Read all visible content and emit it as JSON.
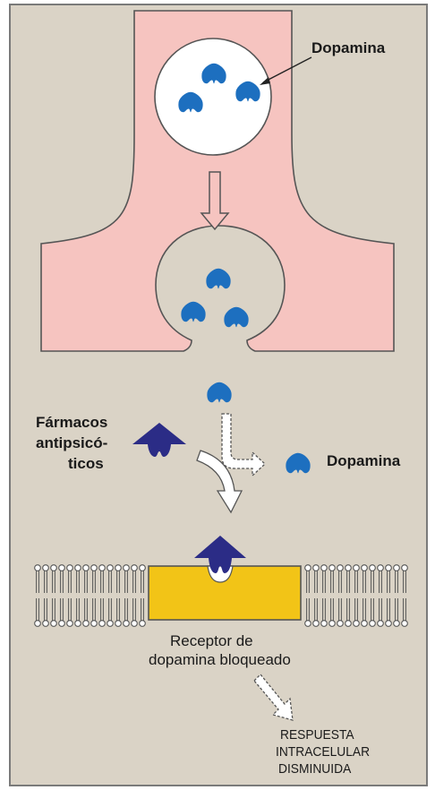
{
  "colors": {
    "background": "#dad3c6",
    "frame": "#7a7a7a",
    "neuron": "#f6c4c0",
    "neuron_outline": "#555555",
    "dopamine": "#1d6fbf",
    "drug": "#2b2c86",
    "receptor": "#f2c417",
    "membrane": "#555555"
  },
  "labels": {
    "dopamine_top": "Dopamina",
    "dopamine_right": "Dopamina",
    "drug_line1": "Fármacos",
    "drug_line2": "antipsicó-",
    "drug_line3": "ticos",
    "receptor_line1": "Receptor de",
    "receptor_line2": "dopamina bloqueado",
    "response_line1": "RESPUESTA",
    "response_line2": "INTRACELULAR",
    "response_line3": "DISMINUIDA"
  },
  "icons": {
    "dopamine": "dopamine-molecule-icon",
    "drug": "antipsychotic-drug-icon",
    "lipid": "phospholipid-icon"
  }
}
